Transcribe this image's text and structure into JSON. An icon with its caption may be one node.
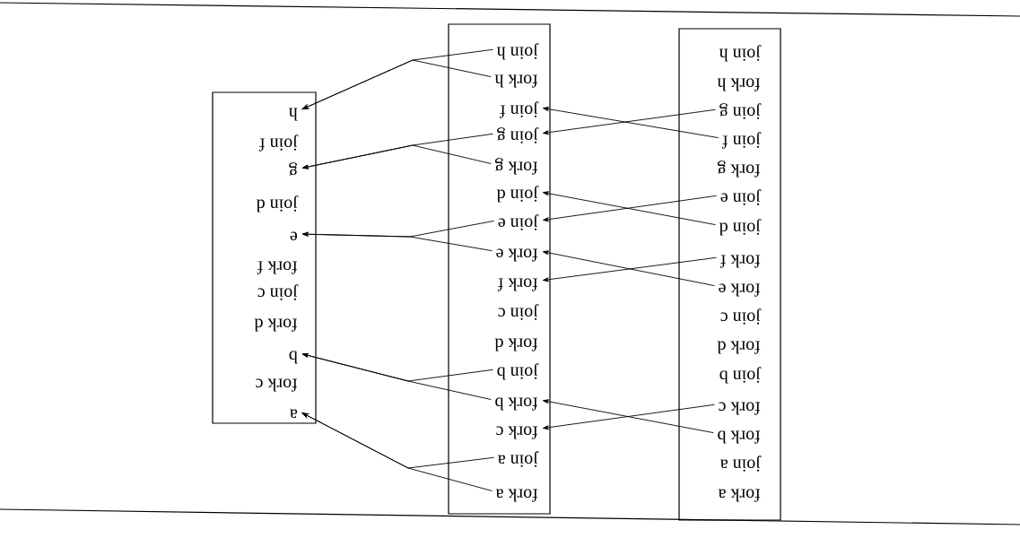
{
  "diagram": {
    "nodes": [
      {
        "text": [],
        "shape": "box"
      },
      {
        "text": [
          "h"
        ],
        "in": 0
      },
      {
        "text": [
          "join f"
        ],
        "in": 0
      },
      {
        "text": [
          "g"
        ],
        "in": 0
      },
      {
        "text": [
          "join d"
        ],
        "in": 0
      },
      {
        "text": [
          "e"
        ],
        "in": 0
      },
      {
        "text": [
          "fork f"
        ],
        "in": 0
      },
      {
        "text": [
          "join c"
        ],
        "in": 0
      },
      {
        "text": [
          "fork d"
        ],
        "in": 0
      },
      {
        "text": [
          "b"
        ],
        "in": 0
      },
      {
        "text": [
          "fork c"
        ],
        "in": 0
      },
      {
        "text": [
          "a"
        ],
        "in": 0
      },
      {
        "text": [],
        "shape": "box"
      },
      {
        "text": [
          "join h"
        ],
        "in": 12
      },
      {
        "text": [
          "fork h"
        ],
        "in": 12
      },
      {
        "text": [
          "join f"
        ],
        "in": 12
      },
      {
        "text": [
          "join g"
        ],
        "in": 12
      },
      {
        "text": [
          "fork g"
        ],
        "in": 12
      },
      {
        "text": [
          "join d"
        ],
        "in": 12
      },
      {
        "text": [
          "join e"
        ],
        "in": 12
      },
      {
        "text": [
          "fork e"
        ],
        "in": 12
      },
      {
        "text": [
          "fork f"
        ],
        "in": 12
      },
      {
        "text": [
          "join c"
        ],
        "in": 12
      },
      {
        "text": [
          "fork d"
        ],
        "in": 12
      },
      {
        "text": [
          "join b"
        ],
        "in": 12
      },
      {
        "text": [
          "fork b"
        ],
        "in": 12
      },
      {
        "text": [
          "fork c"
        ],
        "in": 12
      },
      {
        "text": [
          "join a"
        ],
        "in": 12
      },
      {
        "text": [
          "fork a"
        ],
        "in": 12
      },
      {
        "text": [],
        "shape": "box"
      },
      {
        "text": [
          "join h"
        ],
        "in": 29
      },
      {
        "text": [
          "fork h"
        ],
        "in": 29
      },
      {
        "text": [
          "join g"
        ],
        "in": 29
      },
      {
        "text": [
          "join f"
        ],
        "in": 29
      },
      {
        "text": [
          "fork g"
        ],
        "in": 29
      },
      {
        "text": [
          "join e"
        ],
        "in": 29
      },
      {
        "text": [
          "join d"
        ],
        "in": 29
      },
      {
        "text": [
          "fork f"
        ],
        "in": 29
      },
      {
        "text": [
          "fork e"
        ],
        "in": 29
      },
      {
        "text": [
          "join c"
        ],
        "in": 29
      },
      {
        "text": [
          "fork d"
        ],
        "in": 29
      },
      {
        "text": [
          "join b"
        ],
        "in": 29
      },
      {
        "text": [
          "fork c"
        ],
        "in": 29
      },
      {
        "text": [
          "fork b"
        ],
        "in": 29
      },
      {
        "text": [
          "join a"
        ],
        "in": 29
      },
      {
        "text": [
          "fork a"
        ],
        "in": 29
      }
    ],
    "edges": [
      {
        "from": 43,
        "to": 25,
        "arrow": "to"
      },
      {
        "from": 42,
        "to": 26,
        "arrow": "to"
      },
      {
        "from": 38,
        "to": 20,
        "arrow": "to"
      },
      {
        "from": 37,
        "to": 21,
        "arrow": "to"
      },
      {
        "from": 36,
        "to": 18,
        "arrow": "to"
      },
      {
        "from": 35,
        "to": 19,
        "arrow": "to"
      },
      {
        "from": 33,
        "to": 15,
        "arrow": "to"
      },
      {
        "from": 32,
        "to": 16,
        "arrow": "to"
      },
      {
        "from": 28,
        "to": 11,
        "arrow": "to"
      },
      {
        "from": 27,
        "to": 11,
        "arrow": "to"
      },
      {
        "from": 25,
        "to": 9,
        "arrow": "to"
      },
      {
        "from": 24,
        "to": 9,
        "arrow": "to"
      },
      {
        "from": 20,
        "to": 5,
        "arrow": "to"
      },
      {
        "from": 19,
        "to": 5,
        "arrow": "to"
      },
      {
        "from": 17,
        "to": 3,
        "arrow": "to"
      },
      {
        "from": 16,
        "to": 3,
        "arrow": "to"
      },
      {
        "from": 14,
        "to": 1,
        "arrow": "to"
      },
      {
        "from": 13,
        "to": 1,
        "arrow": "to"
      }
    ]
  }
}
